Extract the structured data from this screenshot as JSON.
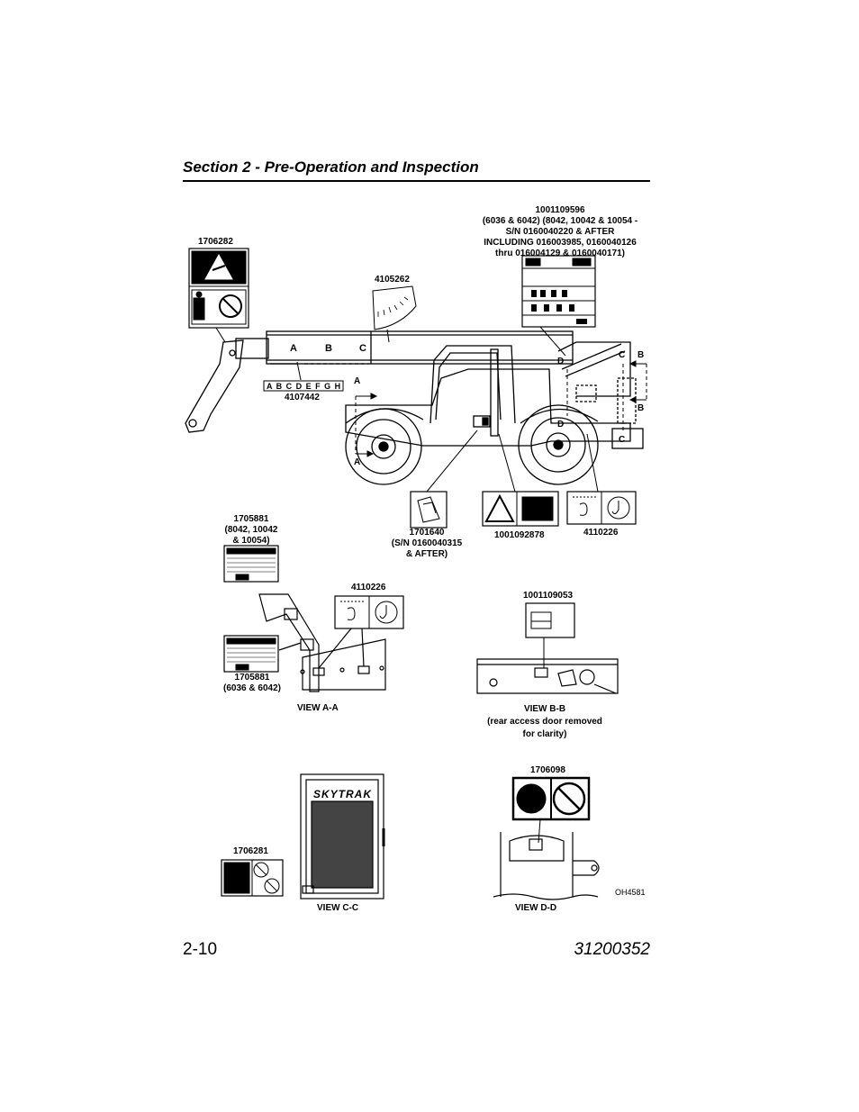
{
  "header": {
    "section_title": "Section 2 - Pre-Operation and Inspection"
  },
  "labels": {
    "part_1706282": "1706282",
    "part_4105262": "4105262",
    "part_1001109596": [
      "1001109596",
      "(6036 & 6042) (8042, 10042 & 10054 -",
      "S/N 0160040220 & AFTER",
      "INCLUDING 016003985, 0160040126",
      "thru 016004129 & 0160040171)"
    ],
    "part_4107442": "4107442",
    "decal_letters": "A B C D E F G H",
    "boom_letters": [
      "A",
      "B",
      "C"
    ],
    "section_markers": {
      "a": "A",
      "b": "B",
      "c": "C",
      "d": "D"
    },
    "part_1705881_top": [
      "1705881",
      "(8042, 10042",
      "& 10054)"
    ],
    "part_1701640": [
      "1701640",
      "(S/N 0160040315",
      "& AFTER)"
    ],
    "part_1001092878": "1001092878",
    "part_4110226": "4110226",
    "part_4110226_view_a": "4110226",
    "part_1705881_bottom": [
      "1705881",
      "(6036 & 6042)"
    ],
    "part_1001109053": "1001109053",
    "part_1706098": "1706098",
    "part_1706281": "1706281",
    "view_aa": "VIEW A-A",
    "view_bb": [
      "VIEW B-B",
      "(rear access door removed",
      "for clarity)"
    ],
    "view_cc": "VIEW C-C",
    "view_dd": "VIEW D-D",
    "skytrak_logo": "SKYTRAK",
    "illustration_code": "OH4581"
  },
  "footer": {
    "page_number": "2-10",
    "document_number": "31200352"
  }
}
